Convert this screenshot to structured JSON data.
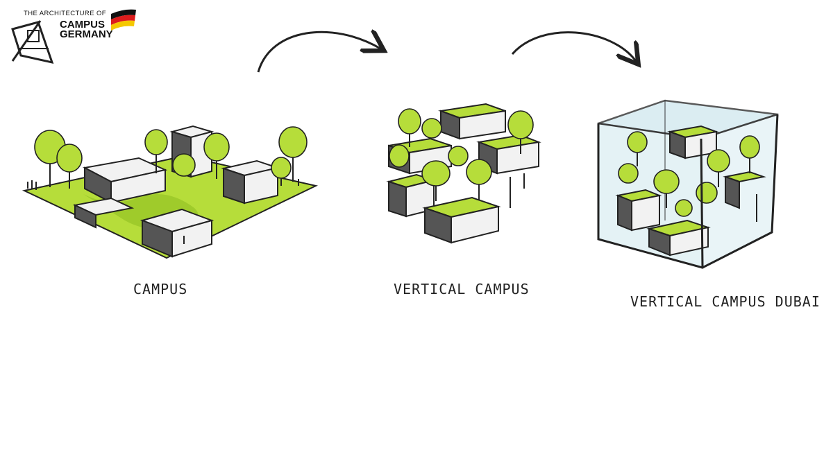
{
  "logo": {
    "top_line": "THE ARCHITECTURE OF",
    "line1": "CAMPUS",
    "line2": "GERMANY",
    "flag_colors": [
      "#111111",
      "#dd1c1c",
      "#f5c800"
    ]
  },
  "captions": {
    "campus": "CAMPUS",
    "vertical_campus": "VERTICAL CAMPUS",
    "vertical_campus_dubai": "VERTICAL CAMPUS DUBAI"
  },
  "colors": {
    "green": "#b6dd3a",
    "ink": "#2a2a2a",
    "block": "#f2f2f2",
    "block_side": "#555555",
    "glass": "#cfe8ee"
  }
}
